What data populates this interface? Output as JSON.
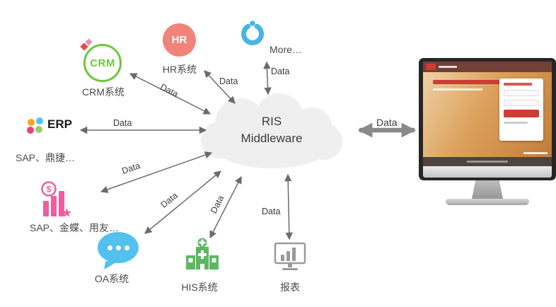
{
  "diagram": {
    "cloud": {
      "title": "RIS\nMiddleware"
    },
    "nodes": [
      {
        "id": "crm",
        "icon_text": "CRM",
        "label": "CRM系统"
      },
      {
        "id": "hr",
        "icon_text": "HR",
        "label": "HR系统"
      },
      {
        "id": "more",
        "label": "More…"
      },
      {
        "id": "erp",
        "icon_text": "ERP",
        "label": "SAP、鼎捷…"
      },
      {
        "id": "finance",
        "icon_text": "$",
        "label": "SAP、金蝶、用友…"
      },
      {
        "id": "oa",
        "label": "OA系统"
      },
      {
        "id": "his",
        "label": "HIS系统"
      },
      {
        "id": "report",
        "label": "报表"
      }
    ],
    "arrows": [
      {
        "from": "crm",
        "to": "cloud",
        "label": "Data"
      },
      {
        "from": "hr",
        "to": "cloud",
        "label": "Data"
      },
      {
        "from": "more",
        "to": "cloud",
        "label": "Data"
      },
      {
        "from": "erp",
        "to": "cloud",
        "label": "Data"
      },
      {
        "from": "finance",
        "to": "cloud",
        "label": "Data"
      },
      {
        "from": "oa",
        "to": "cloud",
        "label": "Data"
      },
      {
        "from": "his",
        "to": "cloud",
        "label": "Data"
      },
      {
        "from": "report",
        "to": "cloud",
        "label": "Data"
      }
    ],
    "main_arrow": {
      "from": "cloud",
      "to": "monitor",
      "label": "Data"
    },
    "colors": {
      "crm_green": "#6fc63c",
      "hr_salmon": "#f0847a",
      "more_blue": "#45b6e0",
      "finance_pink": "#ec5f9e",
      "oa_blue": "#54c0ed",
      "his_green": "#5cb860",
      "report_gray": "#9a9a9a",
      "arrow_gray": "#6b6b6b",
      "cloud_gray": "#efefef",
      "site_red": "#cf3b35"
    }
  }
}
